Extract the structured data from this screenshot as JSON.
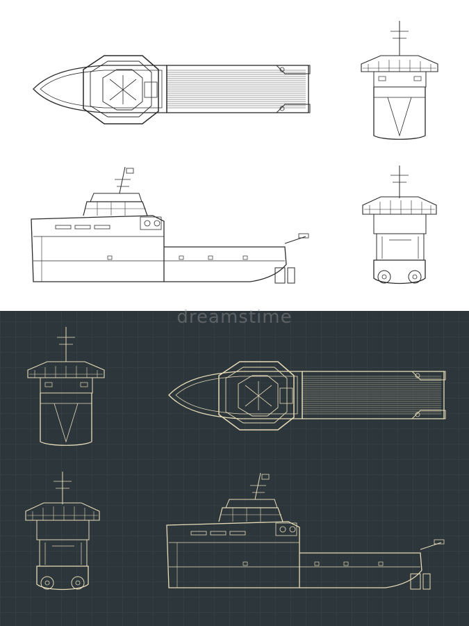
{
  "watermark": {
    "text": "dreamstime"
  },
  "colors": {
    "light_background": "#ffffff",
    "light_line": "#2a2a2a",
    "dark_background": "#2c363b",
    "dark_grid": "#3a454b",
    "dark_line": "#e8dcb8"
  },
  "panels": [
    {
      "id": "light-top-view",
      "view": "top"
    },
    {
      "id": "light-stern-view",
      "view": "stern"
    },
    {
      "id": "light-side-view",
      "view": "side"
    },
    {
      "id": "light-bow-view",
      "view": "bow"
    },
    {
      "id": "dark-stern-view",
      "view": "stern"
    },
    {
      "id": "dark-top-view",
      "view": "top"
    },
    {
      "id": "dark-bow-view",
      "view": "bow"
    },
    {
      "id": "dark-side-view",
      "view": "side"
    }
  ]
}
